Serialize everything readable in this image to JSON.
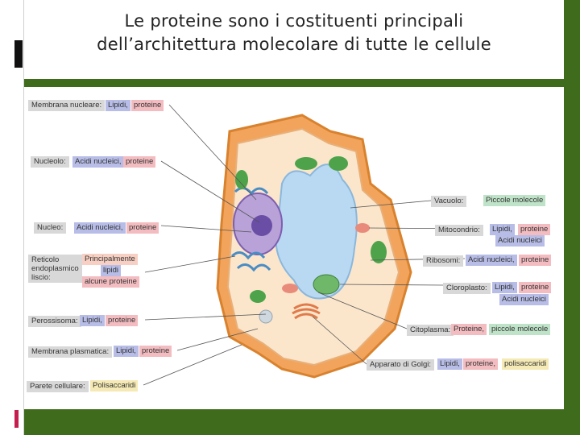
{
  "slide": {
    "title": "Le proteine sono i costituenti principali\ndell’architettura molecolare di tutte le cellule"
  },
  "labels_left": {
    "membrana_nucleare": {
      "name": "Membrana nucleare:",
      "tags": [
        "Lipidi,",
        "proteine"
      ]
    },
    "nucleolo": {
      "name": "Nucleolo:",
      "tags": [
        "Acidi nucleici,",
        "proteine"
      ]
    },
    "nucleo": {
      "name": "Nucleo:",
      "tags": [
        "Acidi nucleici,",
        "proteine"
      ]
    },
    "reticolo": {
      "name1": "Reticolo",
      "name2": "endoplasmico",
      "name3": "liscio:",
      "tags": [
        "Principalmente",
        "lipidi",
        "alcune proteine"
      ]
    },
    "perossisoma": {
      "name": "Perossisoma:",
      "tags": [
        "Lipidi,",
        "proteine"
      ]
    },
    "membrana_plasmatica": {
      "name": "Membrana plasmatica:",
      "tags": [
        "Lipidi,",
        "proteine"
      ]
    },
    "parete": {
      "name": "Parete cellulare:",
      "tags": [
        "Polisaccaridi"
      ]
    }
  },
  "labels_right": {
    "vacuolo": {
      "name": "Vacuolo:",
      "tags": [
        "Piccole molecole"
      ]
    },
    "mitocondrio": {
      "name": "Mitocondrio:",
      "tags": [
        "Lipidi,",
        "proteine",
        "Acidi nucleici"
      ]
    },
    "ribosomi": {
      "name": "Ribosomi:",
      "tags": [
        "Acidi nucleici,",
        "proteine"
      ]
    },
    "cloroplasto": {
      "name": "Cloroplasto:",
      "tags": [
        "Lipidi,",
        "proteine",
        "Acidi nucleici"
      ]
    },
    "citoplasma": {
      "name": "Citoplasma:",
      "tags": [
        "Proteine,",
        "piccole molecole"
      ]
    },
    "golgi": {
      "name": "Apparato di Golgi:",
      "tags": [
        "Lipidi,",
        "proteine,",
        "polisaccaridi"
      ]
    }
  },
  "colors": {
    "green_frame": "#3f6b1c",
    "lipidi": "#b7bde6",
    "proteine": "#f3bcc0",
    "acidi_nucleici": "#b7bde6",
    "polisaccaridi": "#f5eab5",
    "piccole_molecole": "#bfe3c8",
    "cell_wall": "#f2a45c",
    "vacuole": "#b9d9f2",
    "nucleus": "#9a7ec2"
  }
}
